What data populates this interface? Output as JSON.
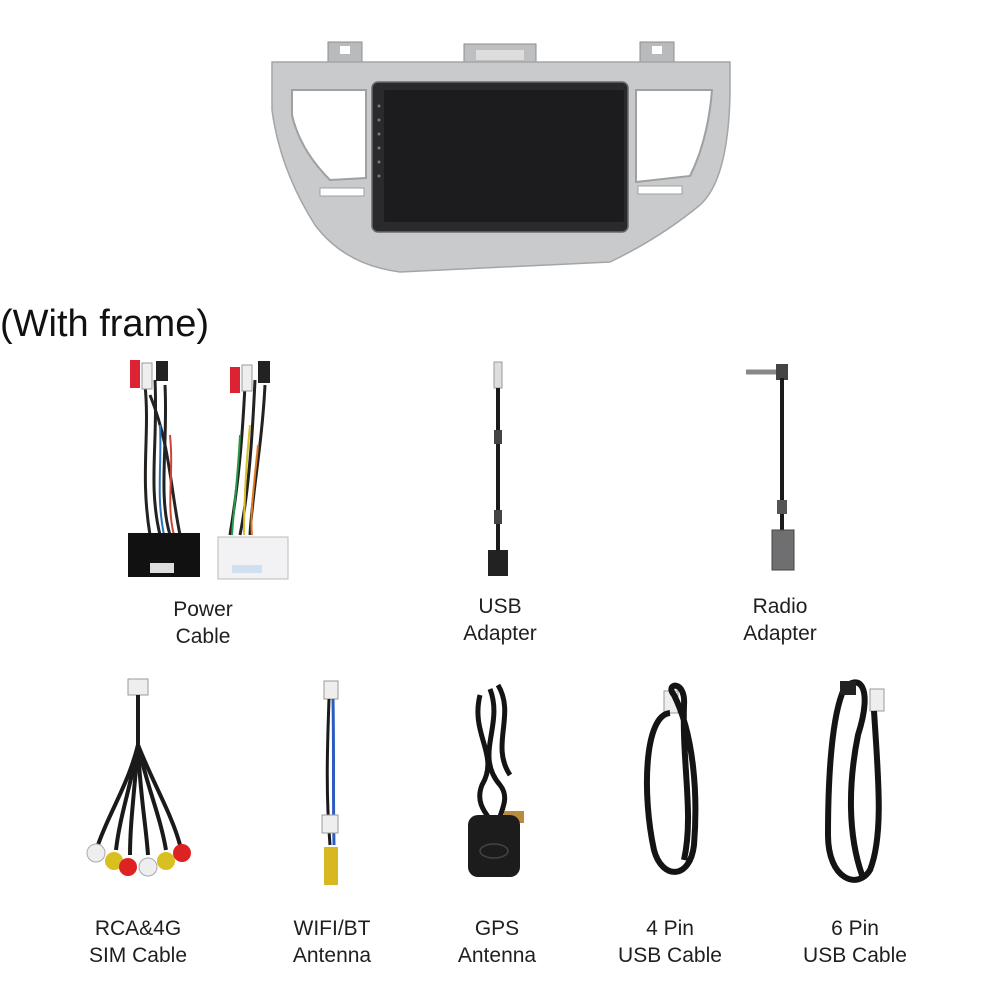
{
  "frame_caption": "(With frame)",
  "items": [
    {
      "line1": "Power",
      "line2": "Cable"
    },
    {
      "line1": "USB",
      "line2": "Adapter"
    },
    {
      "line1": "Radio",
      "line2": "Adapter"
    },
    {
      "line1": "RCA&4G",
      "line2": "SIM Cable"
    },
    {
      "line1": "WIFI/BT",
      "line2": "Antenna"
    },
    {
      "line1": "GPS",
      "line2": "Antenna"
    },
    {
      "line1": "4 Pin",
      "line2": "USB Cable"
    },
    {
      "line1": "6 Pin",
      "line2": "USB Cable"
    }
  ],
  "colors": {
    "frame": "#c9cacc",
    "screen": "#1c1c1e",
    "cable": "#141414",
    "caption": "#1f1f1f"
  }
}
